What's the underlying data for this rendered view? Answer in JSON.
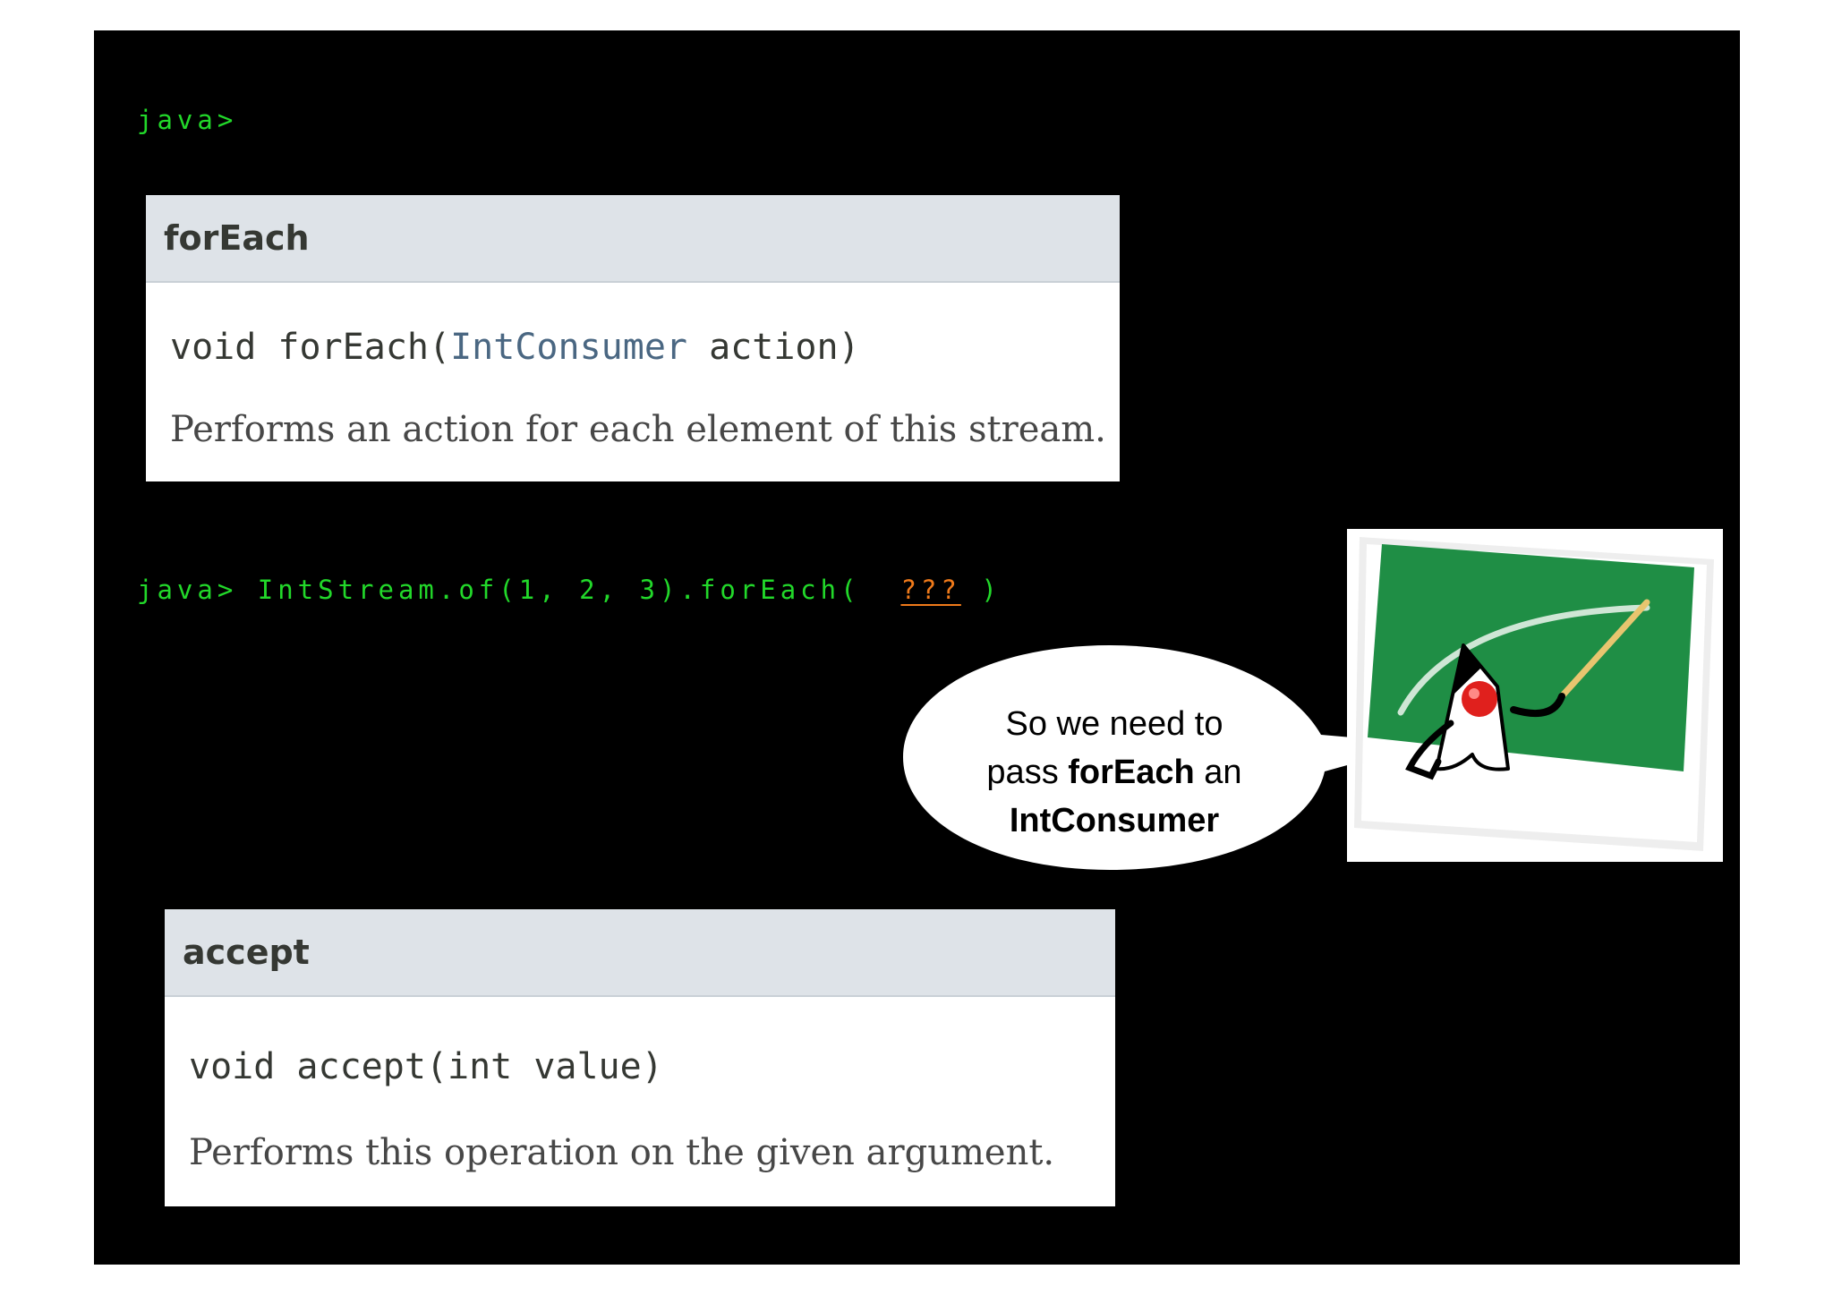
{
  "terminal": {
    "prompt_1": "java>",
    "prompt_2": {
      "prefix": "java> IntStream.of(1, 2, 3).forEach(  ",
      "placeholder": "???",
      "suffix": " )"
    }
  },
  "foreach_doc": {
    "title": "forEach",
    "signature": {
      "pre": "void forEach(",
      "type": "IntConsumer",
      "post": " action)"
    },
    "description": "Performs an action for each element of this stream."
  },
  "accept_doc": {
    "title": "accept",
    "signature": "void accept(int value)",
    "description": "Performs this operation on the given argument."
  },
  "speech_bubble": {
    "line_1": "So we need to",
    "line_2_pre": "pass ",
    "line_2_bold": "forEach",
    "line_2_post": " an",
    "line_3_bold": "IntConsumer"
  },
  "illustration": {
    "icon": "duke-teaching-mascot-icon"
  },
  "colors": {
    "background": "#000000",
    "terminal_green": "#22d82a",
    "placeholder_orange": "#f07a1a",
    "doc_header": "#dee3e8",
    "type_link": "#4a6782",
    "chalkboard_green": "#1f8e45"
  }
}
